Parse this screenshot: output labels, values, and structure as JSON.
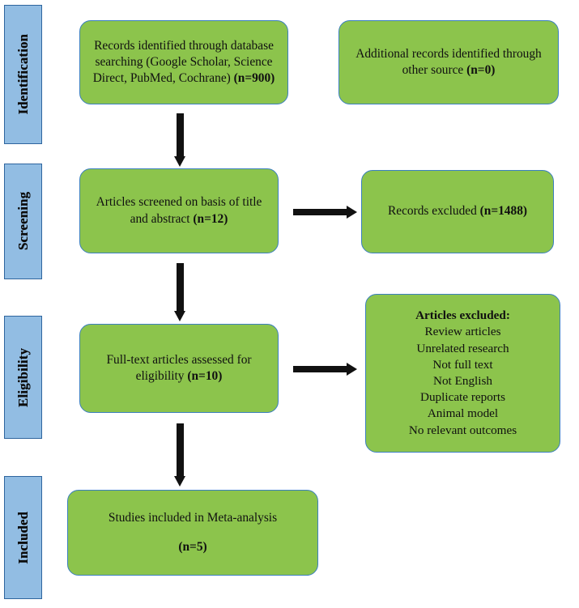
{
  "diagram": {
    "type": "prisma-flow-diagram",
    "colors": {
      "box_fill": "#8CC44C",
      "box_border": "#3B7FBF",
      "stage_bar_fill": "#92BDE3",
      "stage_bar_border": "#2E659E",
      "arrow": "#111111",
      "background": "#FFFFFF"
    }
  },
  "stages": [
    {
      "id": "identification",
      "label": "Identification"
    },
    {
      "id": "screening",
      "label": "Screening"
    },
    {
      "id": "eligibility",
      "label": "Eligibility"
    },
    {
      "id": "included",
      "label": "Included"
    }
  ],
  "nodes": {
    "records_identified": {
      "text": "Records identified through database searching (Google Scholar, Science Direct, PubMed, Cochrane) ",
      "count_text": "(n=900)",
      "count": 900
    },
    "additional_records": {
      "text": "Additional records identified through other source ",
      "count_text": "(n=0)",
      "count": 0
    },
    "articles_screened": {
      "text": "Articles screened on basis of title and abstract ",
      "count_text": "(n=12)",
      "count": 12
    },
    "records_excluded": {
      "text": "Records excluded ",
      "count_text": "(n=1488)",
      "count": 1488
    },
    "fulltext_assessed": {
      "text": "Full-text articles assessed for eligibility ",
      "count_text": "(n=10)",
      "count": 10
    },
    "articles_excluded": {
      "title": "Articles excluded:",
      "reasons": [
        "Review articles",
        "Unrelated research",
        "Not full text",
        "Not English",
        "Duplicate reports",
        "Animal model",
        "No relevant outcomes"
      ]
    },
    "studies_included": {
      "text": "Studies included in Meta-analysis",
      "count_text": "(n=5)",
      "count": 5
    }
  },
  "arrows": [
    {
      "id": "identified-to-screened",
      "direction": "down"
    },
    {
      "id": "screened-to-fulltext",
      "direction": "down"
    },
    {
      "id": "fulltext-to-included",
      "direction": "down"
    },
    {
      "id": "screened-to-excluded",
      "direction": "right"
    },
    {
      "id": "fulltext-to-excluded",
      "direction": "right"
    }
  ]
}
